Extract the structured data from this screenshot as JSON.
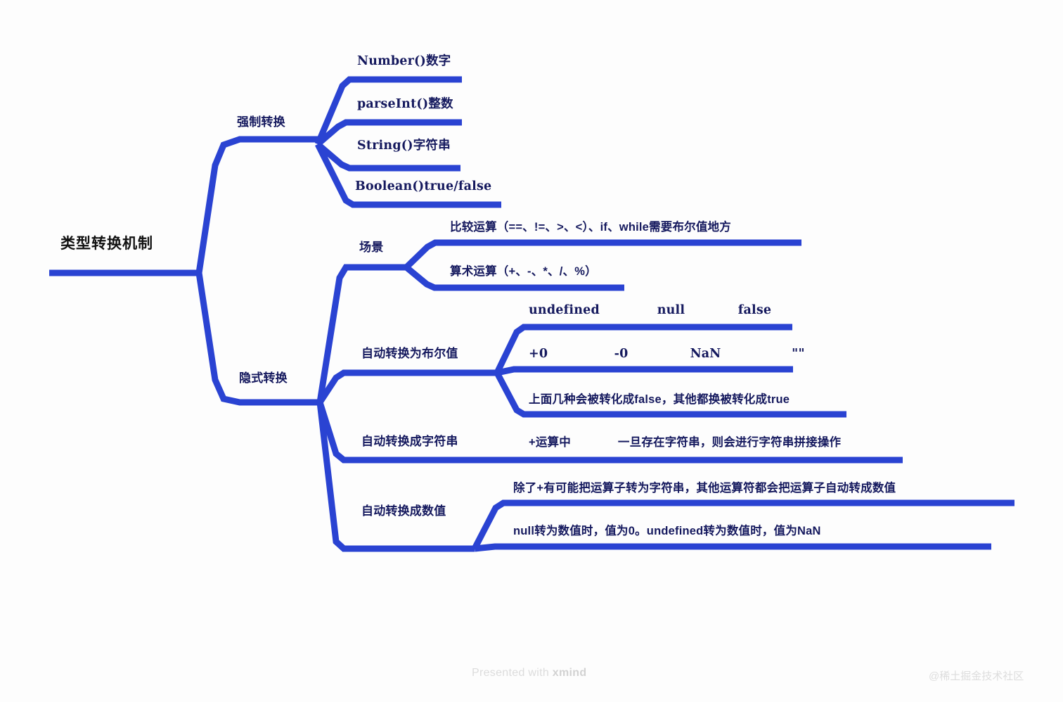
{
  "meta": {
    "accent_color": "#2a43d2",
    "text_color": "#15195e",
    "root_text_color": "#111111",
    "background": "#fdfdfd"
  },
  "root": {
    "label": "类型转换机制"
  },
  "branches": [
    {
      "id": "explicit",
      "label": "强制转换",
      "children": [
        {
          "label": "Number()数字"
        },
        {
          "label": "parseInt()整数"
        },
        {
          "label": "String()字符串"
        },
        {
          "label": "Boolean()true/false"
        }
      ]
    },
    {
      "id": "implicit",
      "label": "隐式转换",
      "children": [
        {
          "label": "场景",
          "children": [
            {
              "label": "比较运算（==、!=、>、<）、if、while需要布尔值地方"
            },
            {
              "label": "算术运算（+、-、*、/、%）"
            }
          ]
        },
        {
          "label": "自动转换为布尔值",
          "children": [
            {
              "label": "undefined             null            false"
            },
            {
              "label": "+0               -0              NaN                \"\""
            },
            {
              "label": "上面几种会被转化成false，其他都换被转化成true"
            }
          ]
        },
        {
          "label": "自动转换成字符串",
          "children": [
            {
              "label": "+运算中              一旦存在字符串，则会进行字符串拼接操作"
            }
          ]
        },
        {
          "label": "自动转换成数值",
          "children": [
            {
              "label": "除了+有可能把运算子转为字符串，其他运算符都会把运算子自动转成数值"
            },
            {
              "label": "null转为数值时，值为0。undefined转为数值时，值为NaN"
            }
          ]
        }
      ]
    }
  ],
  "watermarks": {
    "xmind_prefix": "Presented with ",
    "xmind_brand": "xmind",
    "juejin": "@稀土掘金技术社区"
  }
}
